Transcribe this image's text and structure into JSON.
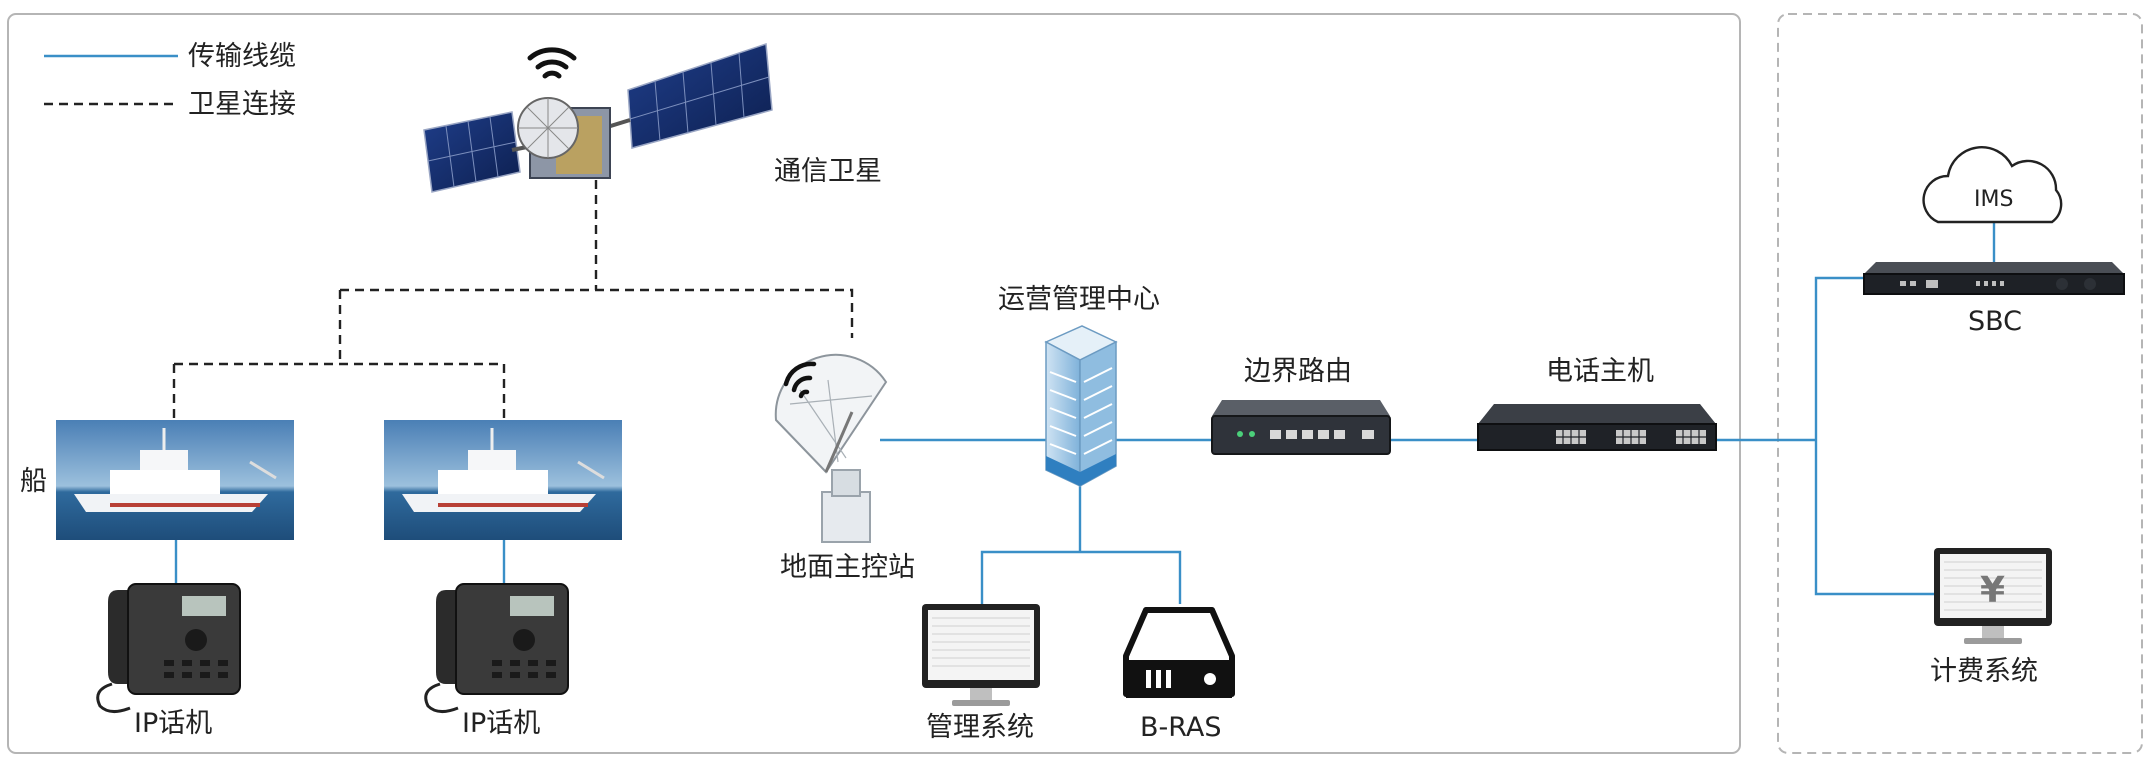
{
  "legend": {
    "wired": "传输线缆",
    "satellite": "卫星连接"
  },
  "labels": {
    "satellite": "通信卫星",
    "ship": "船",
    "ground_station": "地面主控站",
    "ops_center": "运营管理中心",
    "edge_router": "边界路由",
    "phone_host": "电话主机",
    "sbc": "SBC",
    "ims": "IMS",
    "billing": "计费系统",
    "mgmt_system": "管理系统",
    "bras": "B-RAS",
    "ip_phone_1": "IP话机",
    "ip_phone_2": "IP话机",
    "billing_symbol": "¥"
  },
  "colors": {
    "wire": "#3a8fc7",
    "satellite_link": "#222222",
    "frame": "#b5b5b5"
  },
  "icons": [
    "satellite-icon",
    "wifi-icon",
    "ship-image",
    "ip-phone-icon",
    "dish-antenna-icon",
    "building-icon",
    "router-icon",
    "pbx-icon",
    "cloud-icon",
    "sbc-icon",
    "monitor-icon",
    "server-drive-icon"
  ]
}
